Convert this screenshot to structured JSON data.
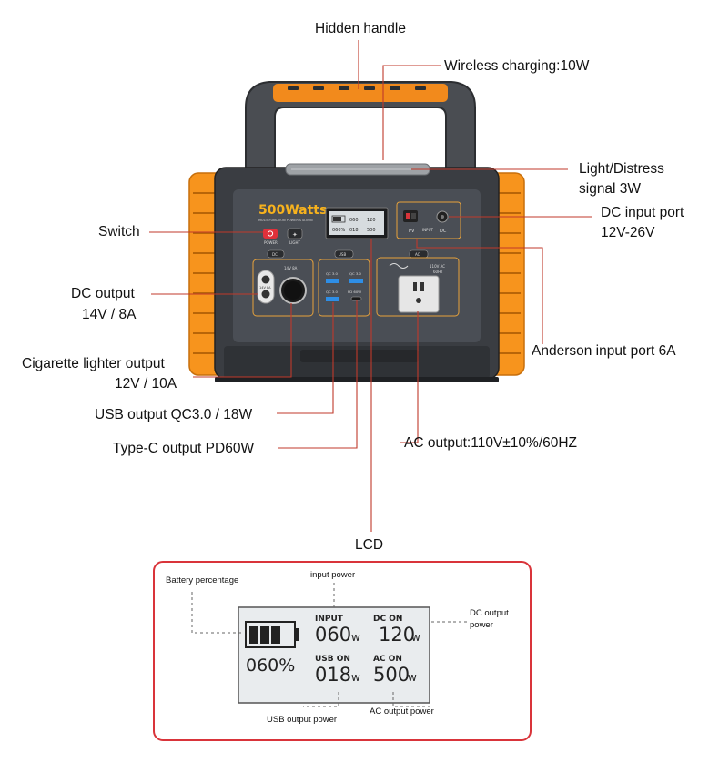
{
  "callouts": {
    "hidden_handle": "Hidden handle",
    "wireless_charging": "Wireless charging:10W",
    "light_distress_1": "Light/Distress",
    "light_distress_2": "signal 3W",
    "switch": "Switch",
    "dc_input_1": "DC input port",
    "dc_input_2": "12V-26V",
    "dc_output_1": "DC output",
    "dc_output_2": "14V / 8A",
    "cig_lighter_1": "Cigarette lighter output",
    "cig_lighter_2": "12V / 10A",
    "anderson": "Anderson input port 6A",
    "usb_output": "USB output QC3.0 / 18W",
    "ac_output": "AC output:110V±10%/60HZ",
    "typec_output": "Type-C output PD60W",
    "lcd": "LCD"
  },
  "device": {
    "brand": "500Watts",
    "brand_sub": "MULTI-FUNCTION POWER STATION",
    "power_label": "POWER",
    "light_label": "LIGHT",
    "dc_tag": "DC",
    "dc_spec": "14V 8A",
    "dc_port_text": "14V 8A",
    "usb_tag": "USB",
    "qc_labels": [
      "QC 3.0",
      "QC 3.0",
      "QC 3.0"
    ],
    "pd_label": "PD 60W",
    "pv_label": "PV",
    "input_label": "INPUT",
    "dc_in_label": "DC",
    "ac_tag": "AC",
    "ac_spec_1": "110V AC",
    "ac_spec_2": "60Hz"
  },
  "lcd_detail": {
    "battery_percentage_label": "Battery percentage",
    "input_power_label": "input power",
    "dc_output_power_label_1": "DC output",
    "dc_output_power_label_2": "power",
    "usb_output_power_label": "USB output power",
    "ac_output_power_label": "AC output power",
    "input_heading": "INPUT",
    "dc_on_heading": "DC ON",
    "usb_on_heading": "USB ON",
    "ac_on_heading": "AC ON",
    "input_value": "060",
    "dc_value": "120",
    "usb_value": "018",
    "ac_value": "500",
    "unit": "w",
    "battery_value": "060%"
  },
  "colors": {
    "orange": "#f7941d",
    "handle_orange": "#f28a1c",
    "body_dark": "#3a3d42",
    "panel": "#4a4e55",
    "accent_line": "#c0392b",
    "lcd_bg": "#dfe3e6",
    "frame_red": "#d9343a"
  }
}
